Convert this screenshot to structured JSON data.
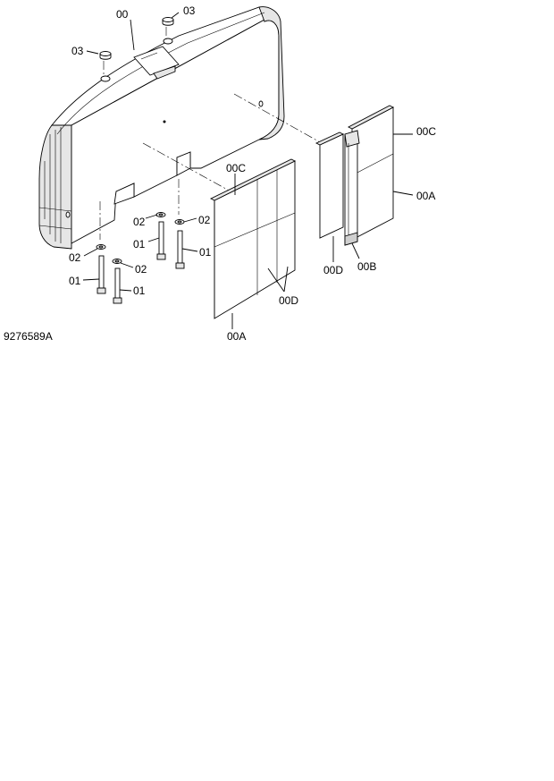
{
  "diagram": {
    "drawing_number": "9276589A",
    "callouts": {
      "counterweight": "00",
      "cap_top_right": "03",
      "cap_top_left": "03",
      "panel_c_left": "00C",
      "panel_c_right": "00C",
      "panel_a_right": "00A",
      "panel_a_left": "00A",
      "panel_d_right": "00D",
      "panel_d_left": "00D",
      "panel_b": "00B",
      "washer_1": "02",
      "washer_2": "02",
      "washer_3": "02",
      "washer_4": "02",
      "bolt_1": "01",
      "bolt_2": "01",
      "bolt_3": "01",
      "bolt_4": "01"
    }
  }
}
